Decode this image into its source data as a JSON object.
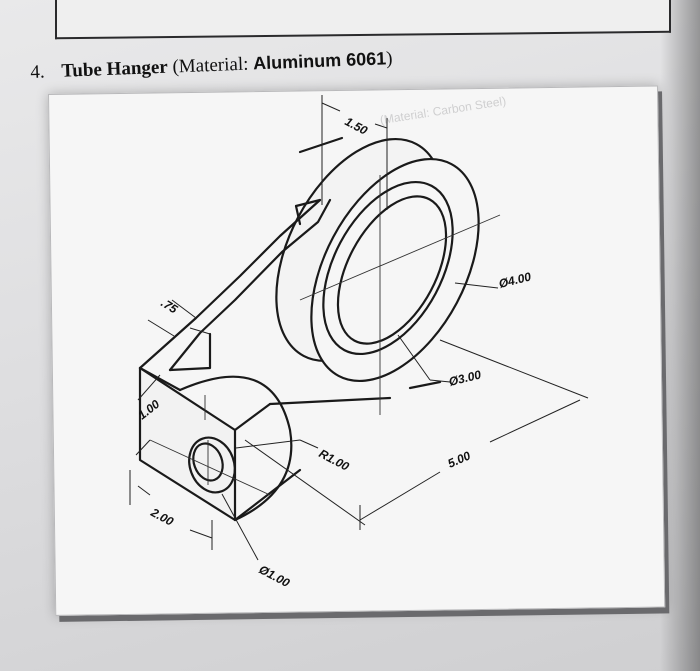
{
  "problem": {
    "number": "4.",
    "name": "Tube Hanger",
    "material_prefix": "(Material:",
    "material": "Aluminum 6061",
    "material_suffix": ")"
  },
  "drawing": {
    "dimensions": {
      "top_width": "1.50",
      "slot_width": ".75",
      "base_height": "1.00",
      "base_width": "2.00",
      "hole_dia": "Ø1.00",
      "fillet_radius": "R1.00",
      "ring_outer_dia": "Ø4.00",
      "ring_inner_dia": "Ø3.00",
      "overall_length": "5.00"
    },
    "bleed_text": "(Material: Carbon Steel)"
  }
}
